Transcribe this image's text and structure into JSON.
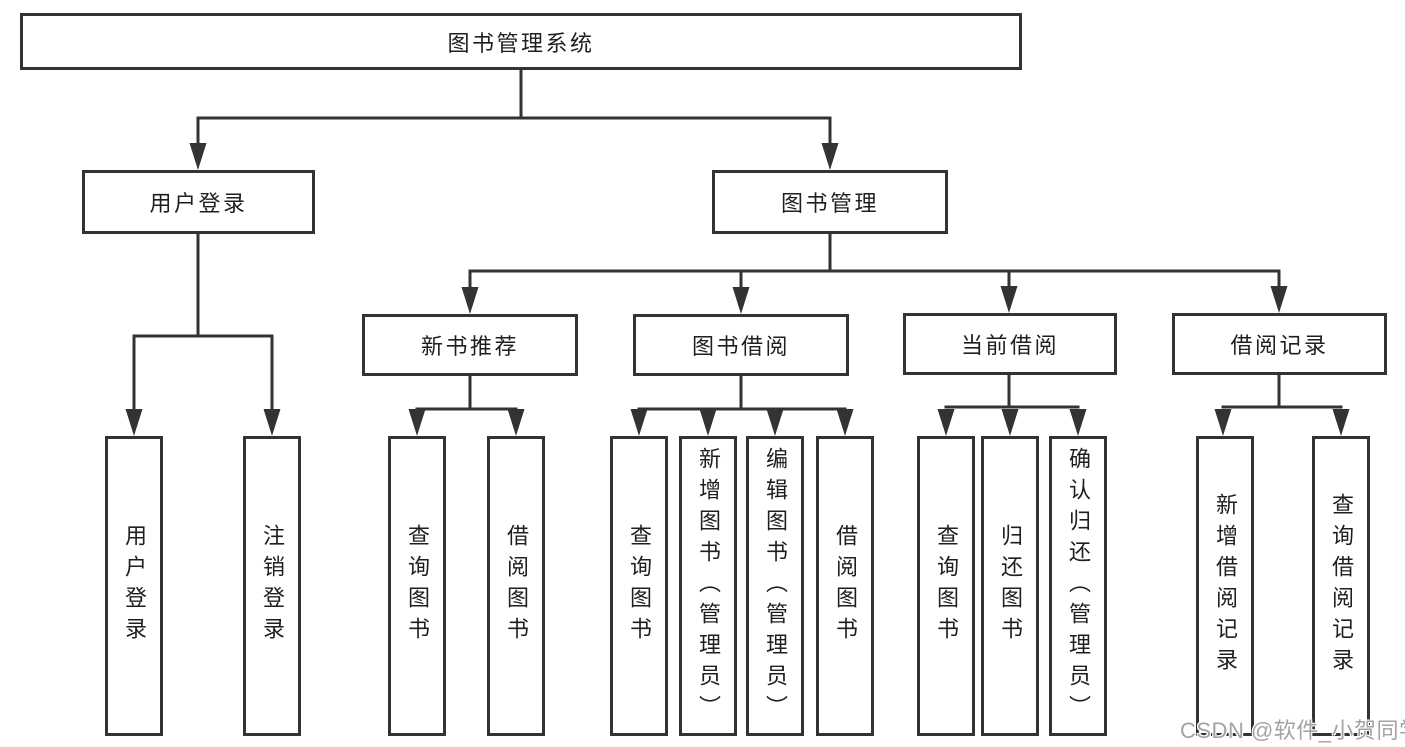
{
  "colors": {
    "line": "#333333",
    "box_border": "#333333",
    "text": "#1f1f1f",
    "watermark": "#a3a3a3",
    "background": "#ffffff"
  },
  "watermark": "CSDN @软件_小贺同学",
  "tree": {
    "root": {
      "label": "图书管理系统",
      "children": [
        {
          "label": "用户登录",
          "children": [
            {
              "label": "用户登录"
            },
            {
              "label": "注销登录"
            }
          ]
        },
        {
          "label": "图书管理",
          "children": [
            {
              "label": "新书推荐",
              "children": [
                {
                  "label": "查询图书"
                },
                {
                  "label": "借阅图书"
                }
              ]
            },
            {
              "label": "图书借阅",
              "children": [
                {
                  "label": "查询图书"
                },
                {
                  "label": "新增图书（管理员）"
                },
                {
                  "label": "编辑图书（管理员）"
                },
                {
                  "label": "借阅图书"
                }
              ]
            },
            {
              "label": "当前借阅",
              "children": [
                {
                  "label": "查询图书"
                },
                {
                  "label": "归还图书"
                },
                {
                  "label": "确认归还（管理员）"
                }
              ]
            },
            {
              "label": "借阅记录",
              "children": [
                {
                  "label": "新增借阅记录"
                },
                {
                  "label": "查询借阅记录"
                }
              ]
            }
          ]
        }
      ]
    }
  }
}
